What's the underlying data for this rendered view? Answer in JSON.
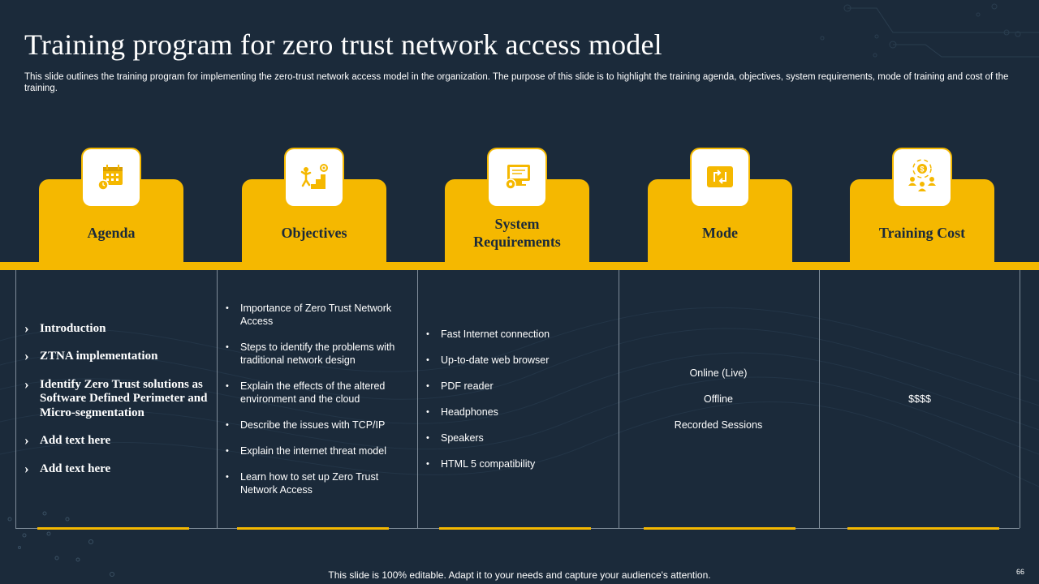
{
  "slide": {
    "title": "Training program for zero trust network access model",
    "subtitle": "This slide outlines the training program for implementing the zero-trust network access model in the organization. The purpose of this slide is to highlight the training agenda, objectives, system requirements, mode of training and cost of the training.",
    "footer": "This slide is 100% editable. Adapt it to your needs and capture your audience's attention.",
    "page_number": "66"
  },
  "colors": {
    "background": "#1b2a3a",
    "accent": "#f5b800",
    "text": "#ffffff"
  },
  "columns": [
    {
      "header": "Agenda",
      "icon": "calendar-icon"
    },
    {
      "header": "Objectives",
      "icon": "goal-stairs-icon"
    },
    {
      "header": "System Requirements",
      "icon": "monitor-gear-icon"
    },
    {
      "header": "Mode",
      "icon": "switch-arrows-icon"
    },
    {
      "header": "Training Cost",
      "icon": "team-cost-icon"
    }
  ],
  "agenda": [
    "Introduction",
    "ZTNA implementation",
    "Identify Zero Trust solutions as Software Defined Perimeter and Micro-segmentation",
    "Add text here",
    "Add text here"
  ],
  "objectives": [
    "Importance of Zero Trust Network Access",
    "Steps to identify the problems with traditional network design",
    "Explain the effects of the altered environment and the cloud",
    "Describe the issues with TCP/IP",
    "Explain the internet threat model",
    "Learn how to set up Zero Trust Network Access"
  ],
  "system_requirements": [
    "Fast Internet connection",
    "Up-to-date web browser",
    "PDF reader",
    "Headphones",
    "Speakers",
    "HTML 5 compatibility"
  ],
  "mode": [
    "Online (Live)",
    "Offline",
    "Recorded Sessions"
  ],
  "training_cost": "$$$$"
}
